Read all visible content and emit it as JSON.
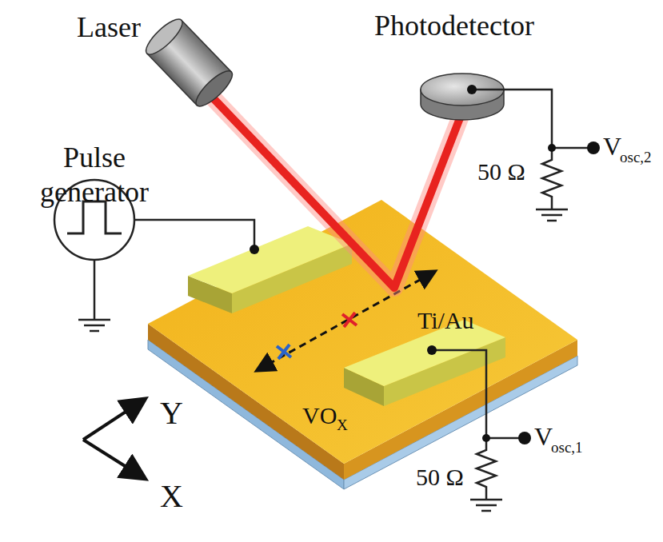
{
  "diagram": {
    "labels": [
      "Laser",
      "Pulse generator",
      "Photodetector",
      "V",
      "osc,2",
      "50 Ω",
      "Ti/Au",
      "VO",
      "X",
      "V",
      "osc,1",
      "50 Ω",
      "Y",
      "X"
    ]
  }
}
